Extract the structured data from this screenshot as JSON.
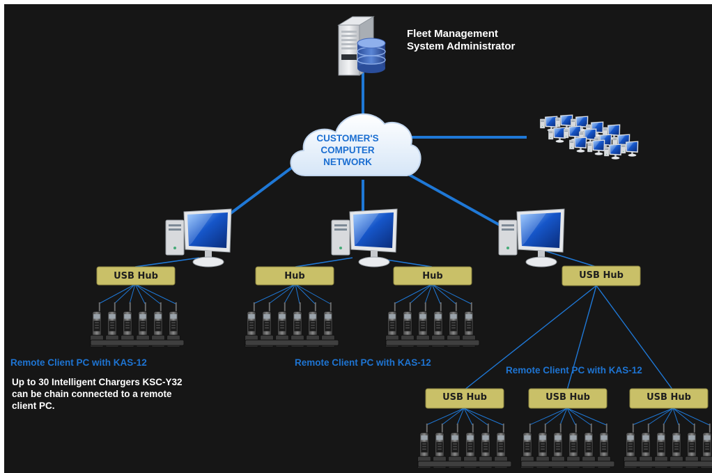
{
  "server_label": [
    "Fleet Management",
    "System Administrator"
  ],
  "cloud_label": [
    "CUSTOMER'S",
    "COMPUTER NETWORK"
  ],
  "hubs": {
    "h1": "USB Hub",
    "h2": "Hub",
    "h3": "Hub",
    "h4": "USB Hub",
    "h5": "USB Hub",
    "h6": "USB Hub",
    "h7": "USB Hub"
  },
  "captions": {
    "c1": "Remote Client PC with KAS-12",
    "c2": "Remote Client PC with KAS-12",
    "c3": "Remote Client PC with KAS-12"
  },
  "note": [
    "Up to 30 Intelligent Chargers KSC-Y32",
    "can be chain connected to a remote",
    "client PC."
  ],
  "colors": {
    "background": "#161616",
    "line": "#1f78d6",
    "hub": "#c9c068",
    "caption": "#1e74d2"
  },
  "icons": {
    "server": "server-icon",
    "cloud": "cloud-icon",
    "pc": "desktop-pc-icon",
    "pc_cluster": "pc-cluster-icon",
    "charger": "radio-charger-icon"
  }
}
